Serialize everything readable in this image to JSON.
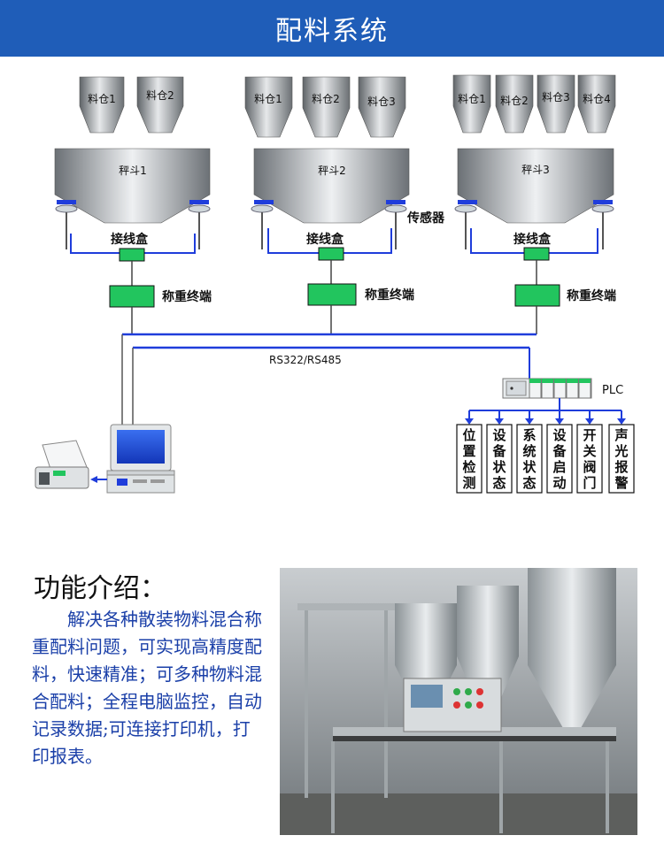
{
  "header": {
    "title": "配料系统"
  },
  "diagram": {
    "groups": [
      {
        "bins": [
          "料仓1",
          "料仓2"
        ],
        "hopper": "秤斗1",
        "junction_label": "接线盒",
        "terminal_label": "称重终端"
      },
      {
        "bins": [
          "料仓1",
          "料仓2",
          "料仓3"
        ],
        "hopper": "秤斗2",
        "junction_label": "接线盒",
        "terminal_label": "称重终端",
        "sensor_label": "传感器"
      },
      {
        "bins": [
          "料仓1",
          "料仓2",
          "料仓3",
          "料仓4"
        ],
        "hopper": "秤斗3",
        "junction_label": "接线盒",
        "terminal_label": "称重终端"
      }
    ],
    "bus_label": "RS322/RS485",
    "plc_label": "PLC",
    "outputs": [
      "位置检测",
      "设备状态",
      "系统状态",
      "设备启动",
      "开关阀门",
      "声光报警"
    ],
    "colors": {
      "line_blue": "#1f3ddb",
      "terminal_green": "#22c55e",
      "banner": "#1f5db8",
      "text_blue": "#1a3fa8"
    }
  },
  "features": {
    "title": "功能介绍：",
    "description": "解决各种散装物料混合称重配料问题，可实现高精度配料，快速精准；可多种物料混合配料；全程电脑监控，自动记录数据;可连接打印机，打印报表。"
  }
}
